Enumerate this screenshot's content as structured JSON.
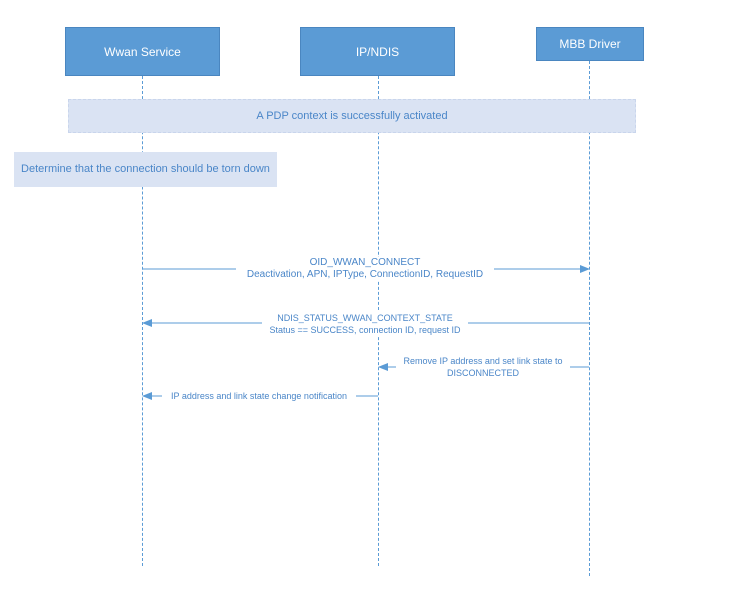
{
  "participants": {
    "wwan_service": "Wwan Service",
    "ip_ndis": "IP/NDIS",
    "mbb_driver": "MBB Driver"
  },
  "banners": {
    "pdp_context": "A PDP context is successfully activated",
    "teardown": "Determine that the connection should be torn down"
  },
  "messages": {
    "connect": {
      "line1": "OID_WWAN_CONNECT",
      "line2": "Deactivation, APN, IPType, ConnectionID, RequestID"
    },
    "context_state": {
      "line1": "NDIS_STATUS_WWAN_CONTEXT_STATE",
      "line2": "Status == SUCCESS,  connection ID, request ID"
    },
    "remove_ip": "Remove IP address and set link state to DISCONNECTED",
    "notification": "IP address and link state change notification"
  },
  "colors": {
    "participant_fill": "#5b9bd5",
    "banner_fill": "#dae3f3",
    "arrow": "#5b9bd5",
    "label_text": "#4a86c8"
  }
}
